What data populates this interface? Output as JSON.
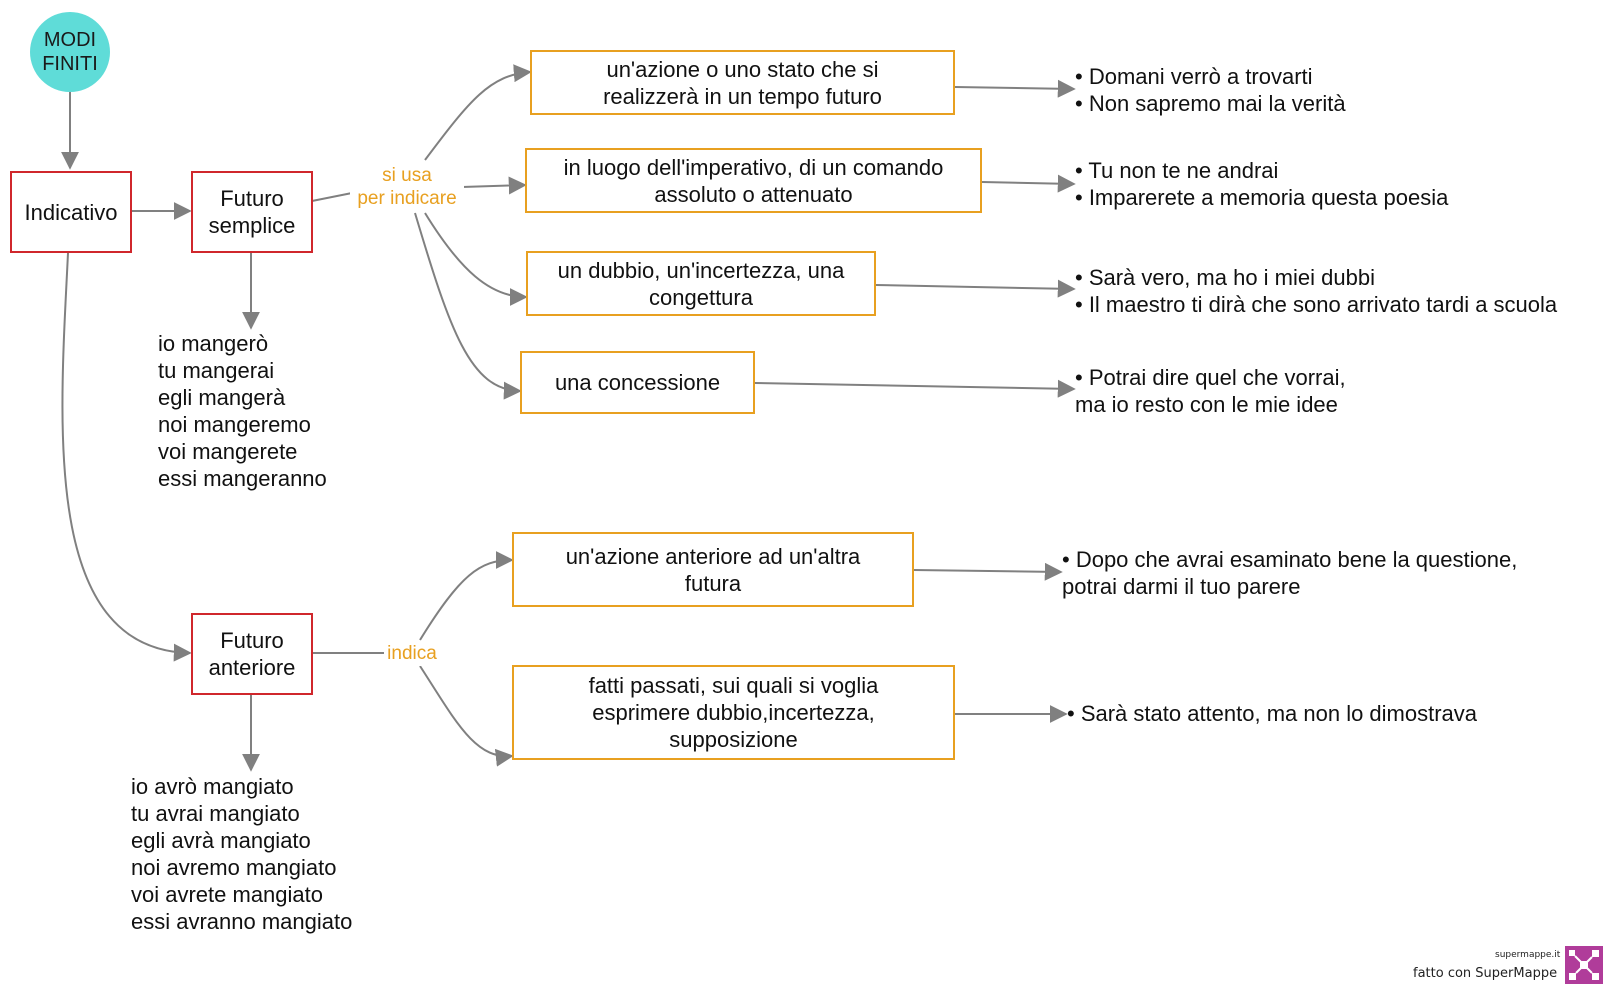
{
  "root": "MODI\nFINITI",
  "indicativo": "Indicativo",
  "futuro_semplice": {
    "title": "Futuro\nsemplice",
    "connector": "si usa\nper indicare",
    "conjugation": "io mangerò\ntu mangerai\negli mangerà\nnoi mangeremo\nvoi mangerete\nessi mangeranno",
    "uses": [
      {
        "text": "un'azione o uno stato che si\nrealizzerà in un tempo futuro",
        "examples": "• Domani verrò a trovarti\n• Non sapremo mai la verità"
      },
      {
        "text": "in luogo dell'imperativo, di un comando\nassoluto o attenuato",
        "examples": "• Tu non te ne andrai\n• Imparerete a memoria questa poesia"
      },
      {
        "text": "un dubbio, un'incertezza, una\ncongettura",
        "examples": "• Sarà vero, ma ho i miei dubbi\n• Il maestro ti dirà che sono arrivato tardi a scuola"
      },
      {
        "text": "una concessione",
        "examples": "• Potrai dire quel che vorrai,\n  ma io resto con le mie idee"
      }
    ]
  },
  "futuro_anteriore": {
    "title": "Futuro\nanteriore",
    "connector": "indica",
    "conjugation": "io avrò mangiato\ntu avrai mangiato\negli avrà mangiato\nnoi avremo mangiato\nvoi avrete mangiato\nessi avranno mangiato",
    "uses": [
      {
        "text": "un'azione anteriore ad un'altra\nfutura",
        "examples": "• Dopo che avrai esaminato bene la questione,\n  potrai darmi il tuo parere"
      },
      {
        "text": "fatti passati, sui quali si voglia\nesprimere dubbio,incertezza,\nsupposizione",
        "examples": "• Sarà stato attento, ma non lo dimostrava"
      }
    ]
  },
  "credit": {
    "site": "supermappe.it",
    "text": "fatto con SuperMappe"
  },
  "colors": {
    "red_border": "#d0272c",
    "orange_border": "#e8a020",
    "circle_fill": "#5fdcd8",
    "arrow": "#808080"
  }
}
